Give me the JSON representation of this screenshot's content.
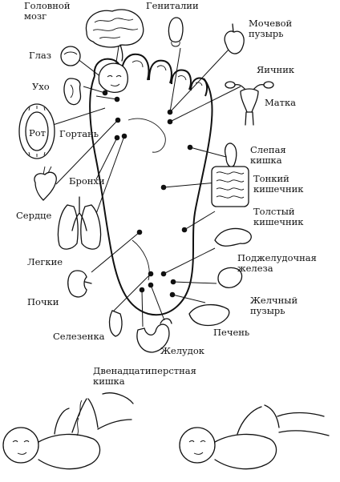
{
  "labels": {
    "brain": "Головной\nмозг",
    "genitals": "Гениталии",
    "bladder": "Мочевой\nпузырь",
    "eye": "Глаз",
    "ovary": "Яичник",
    "ear": "Ухо",
    "uterus": "Матка",
    "mouth": "Рот",
    "larynx": "Гортань",
    "cecum": "Слепая\nкишка",
    "small_intestine": "Тонкий\nкишечник",
    "bronchi": "Бронхи",
    "heart": "Сердце",
    "large_intestine": "Толстый\nкишечник",
    "lungs": "Легкие",
    "pancreas": "Поджелудочная\nжелеза",
    "kidneys": "Почки",
    "gallbladder": "Желчный\nпузырь",
    "spleen": "Селезенка",
    "liver": "Печень",
    "stomach": "Желудок",
    "duodenum": "Двенадцатиперстная\nкишка"
  }
}
